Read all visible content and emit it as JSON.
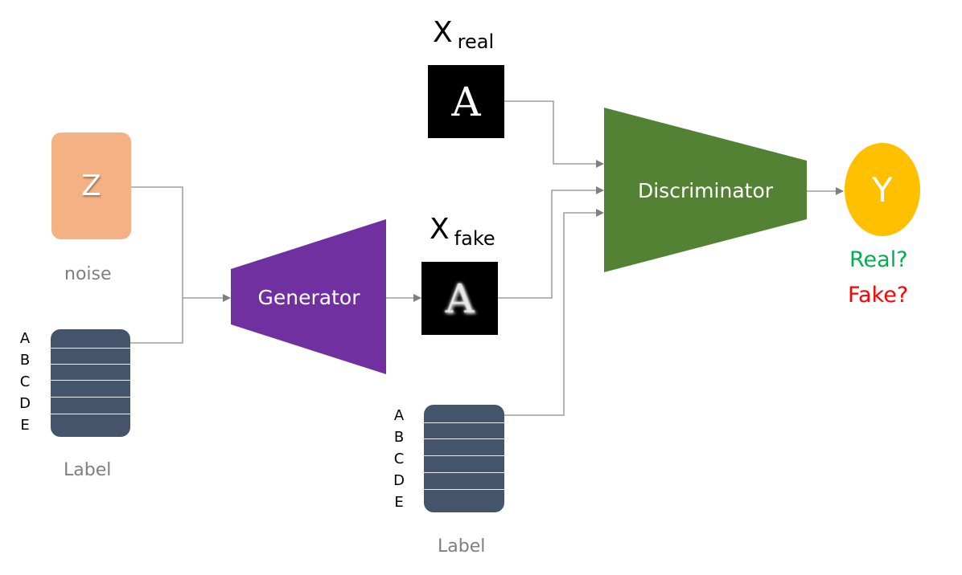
{
  "noise": {
    "symbol": "Z",
    "caption": "noise"
  },
  "generator_label": {
    "letters": [
      "A",
      "B",
      "C",
      "D",
      "E"
    ],
    "caption": "Label"
  },
  "generator": {
    "label": "Generator"
  },
  "x_real": {
    "main": "X",
    "sub": "real",
    "glyph": "A"
  },
  "x_fake": {
    "main": "X",
    "sub": "fake",
    "glyph": "A"
  },
  "discriminator_label": {
    "letters": [
      "A",
      "B",
      "C",
      "D",
      "E"
    ],
    "caption": "Label"
  },
  "discriminator": {
    "label": "Discriminator"
  },
  "output": {
    "symbol": "Y",
    "real_question": "Real?",
    "fake_question": "Fake?"
  },
  "colors": {
    "noise": "#f4b183",
    "label_stack": "#44546a",
    "generator": "#7030a0",
    "discriminator": "#548235",
    "output": "#ffc000",
    "real": "#00b050",
    "fake": "#ff0000",
    "caption": "#7f7f7f",
    "connector": "#7f7f7f"
  }
}
